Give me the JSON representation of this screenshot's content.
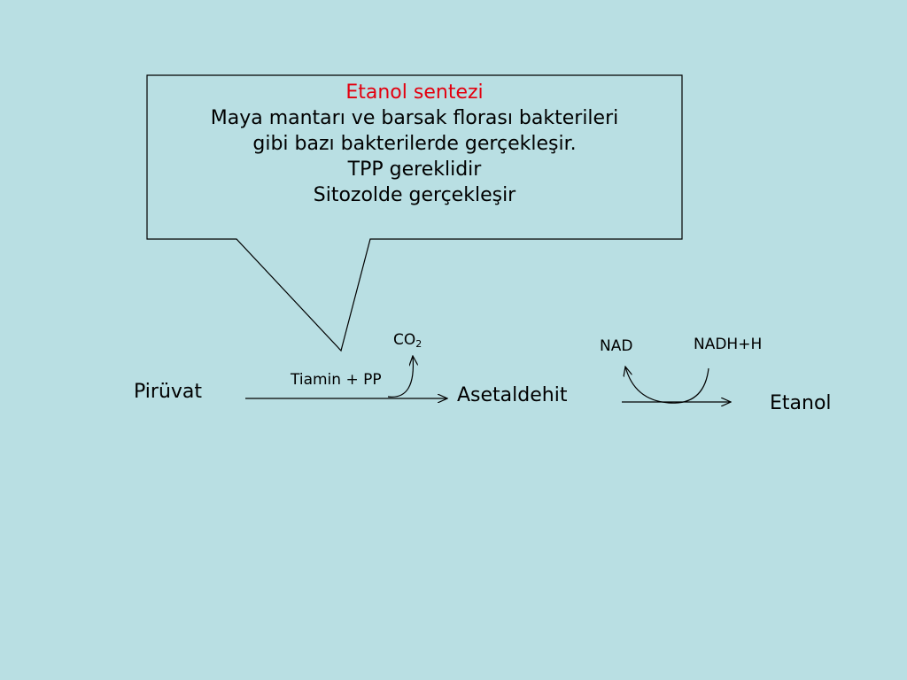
{
  "callout": {
    "title": "Etanol sentezi",
    "lines": [
      "Maya mantarı ve barsak florası bakterileri",
      "gibi bazı bakterilerde gerçekleşir.",
      "TPP gereklidir",
      "Sitozolde gerçekleşir"
    ]
  },
  "pathway": {
    "substrate": "Pirüvat",
    "cofactor": "Tiamin + PP",
    "byproduct": "CO",
    "byproduct_subscript": "2",
    "intermediate": "Asetaldehit",
    "product": "Etanol",
    "coenzyme_oxidized": "NAD",
    "coenzyme_reduced": "NADH+H"
  },
  "colors": {
    "background": "#b9dfe3",
    "title": "#e3000f"
  }
}
